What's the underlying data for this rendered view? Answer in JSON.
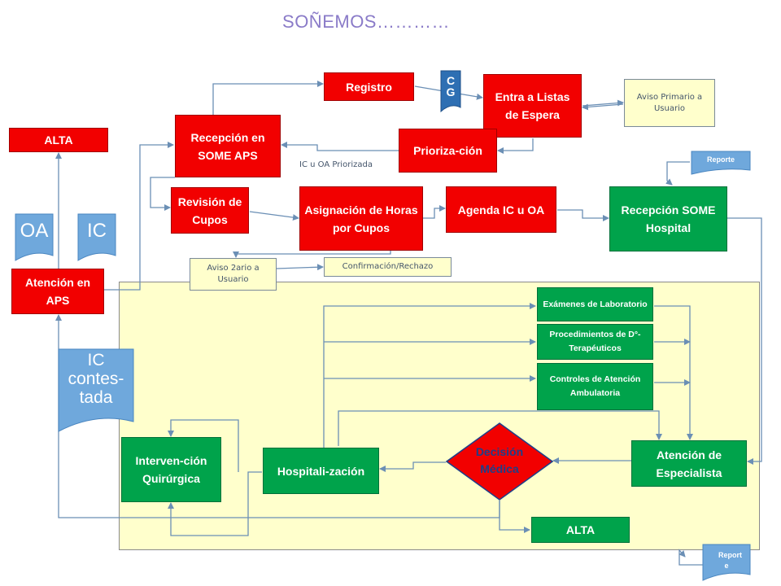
{
  "title": "SOÑEMOS…………",
  "nodes": {
    "registro": "Registro",
    "cg": "C G",
    "listas": "Entra a Listas de Espera",
    "aviso_primario": "Aviso Primario a Usuario",
    "alta_top": "ALTA",
    "recepcion_some_aps": "Recepción en SOME APS",
    "prioriza": "Prioriza-ción",
    "reporte_top": "Reporte",
    "revision": "Revisión de Cupos",
    "asignacion": "Asignación de Horas por Cupos",
    "agenda": "Agenda IC u OA",
    "recepcion_hospital": "Recepción SOME Hospital",
    "oa_doc": "OA",
    "ic_doc": "IC",
    "aviso_2": "Aviso 2ario a Usuario",
    "confirmacion": "Confirmación/Rechazo",
    "atencion_aps": "Atención en APS",
    "examenes": "Exámenes de Laboratorio",
    "procedimientos": "Procedimientos de D°-Terapéuticos",
    "controles": "Controles de Atención Ambulatoria",
    "ic_contestada": "IC contes-tada",
    "intervencion": "Interven-ción Quirúrgica",
    "hospitalizacion": "Hospitali-zación",
    "decision": "Decisión Médica",
    "atencion_especialista": "Atención de Especialista",
    "alta_bottom": "ALTA",
    "reporte_bottom": "Report e"
  },
  "labels": {
    "ic_oa_priorizada": "IC u OA Priorizada"
  },
  "colors": {
    "process_red": "#f20000",
    "process_green": "#00a34b",
    "note_fill": "#ffffcc",
    "document_blue": "#6fa8dc",
    "hospital_area": "#ffffcc",
    "connector": "#6b8fb5",
    "title": "#8a7bc8"
  }
}
